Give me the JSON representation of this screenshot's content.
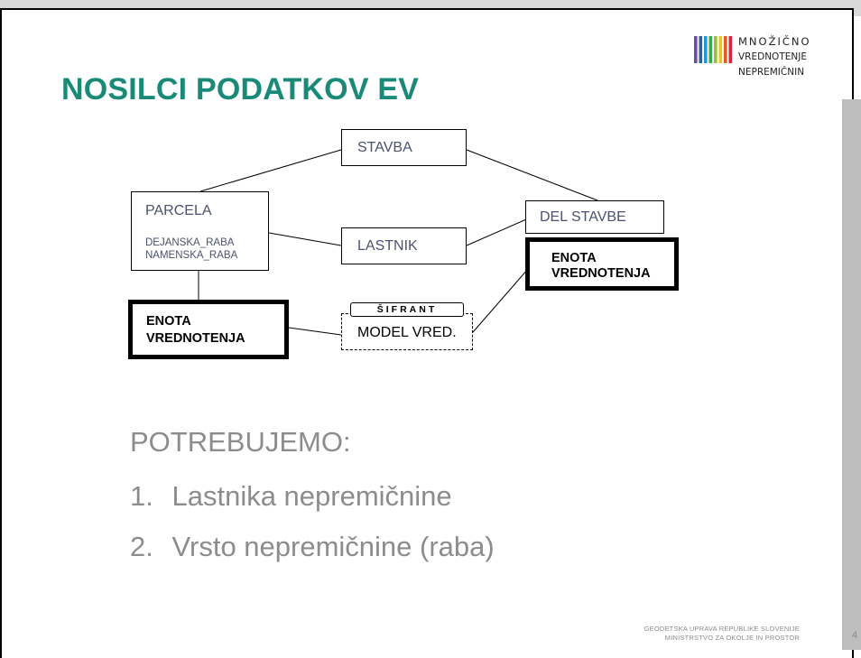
{
  "slide": {
    "title": "NOSILCI PODATKOV EV",
    "logo": {
      "line1": "MNOŽIČNO",
      "line2": "VREDNOTENJE",
      "line3": "NEPREMIČNIN",
      "bar_colors": [
        "#6b4fa0",
        "#2d5fa8",
        "#1e9bd7",
        "#38a84a",
        "#93c13d",
        "#f0c419",
        "#e35d1a",
        "#d7263d"
      ]
    },
    "colors": {
      "title": "#1a8a78",
      "body_text": "#8c8c8c",
      "box_text": "#4a5270"
    },
    "page_number": "4"
  },
  "diagram": {
    "stavba": "STAVBA",
    "parcela": "PARCELA",
    "parcela_attr1": "DEJANSKA_RABA",
    "parcela_attr2": "NAMENSKA_RABA",
    "lastnik": "LASTNIK",
    "del_stavbe": "DEL STAVBE",
    "enota_right_l1": "ENOTA",
    "enota_right_l2": "VREDNOTENJA",
    "enota_left_l1": "ENOTA",
    "enota_left_l2": "VREDNOTENJA",
    "sifrant": "ŠIFRANT",
    "model_vred": "MODEL VRED."
  },
  "content": {
    "heading": "POTREBUJEMO:",
    "items": [
      {
        "number": "1.",
        "text": "Lastnika nepremičnine"
      },
      {
        "number": "2.",
        "text": "Vrsto nepremičnine (raba)"
      }
    ]
  },
  "footer": {
    "line1": "GEODETSKA UPRAVA REPUBLIKE SLOVENIJE",
    "line2": "MINISTRSTVO ZA OKOLJE IN PROSTOR"
  }
}
